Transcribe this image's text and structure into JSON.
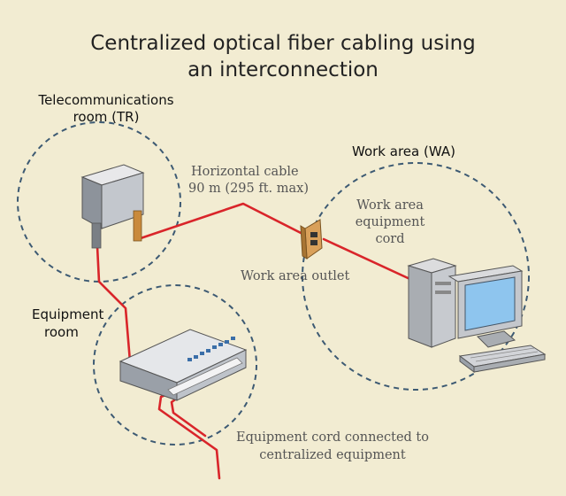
{
  "title": {
    "line1": "Centralized optical fiber cabling using",
    "line2": "an interconnection"
  },
  "labels": {
    "tr_line1": "Telecommunications",
    "tr_line2": "room (TR)",
    "equipment_room_line1": "Equipment",
    "equipment_room_line2": "room",
    "work_area": "Work area (WA)",
    "horizontal_cable_line1": "Horizontal cable",
    "horizontal_cable_line2": "90 m (295 ft. max)",
    "work_area_cord_line1": "Work area",
    "work_area_cord_line2": "equipment",
    "work_area_cord_line3": "cord",
    "work_area_outlet": "Work area outlet",
    "equipment_cord_line1": "Equipment cord connected to",
    "equipment_cord_line2": "centralized equipment"
  },
  "colors": {
    "background": "#f2ecd2",
    "cable": "#d9252a",
    "zone_border": "#3d5a73"
  }
}
